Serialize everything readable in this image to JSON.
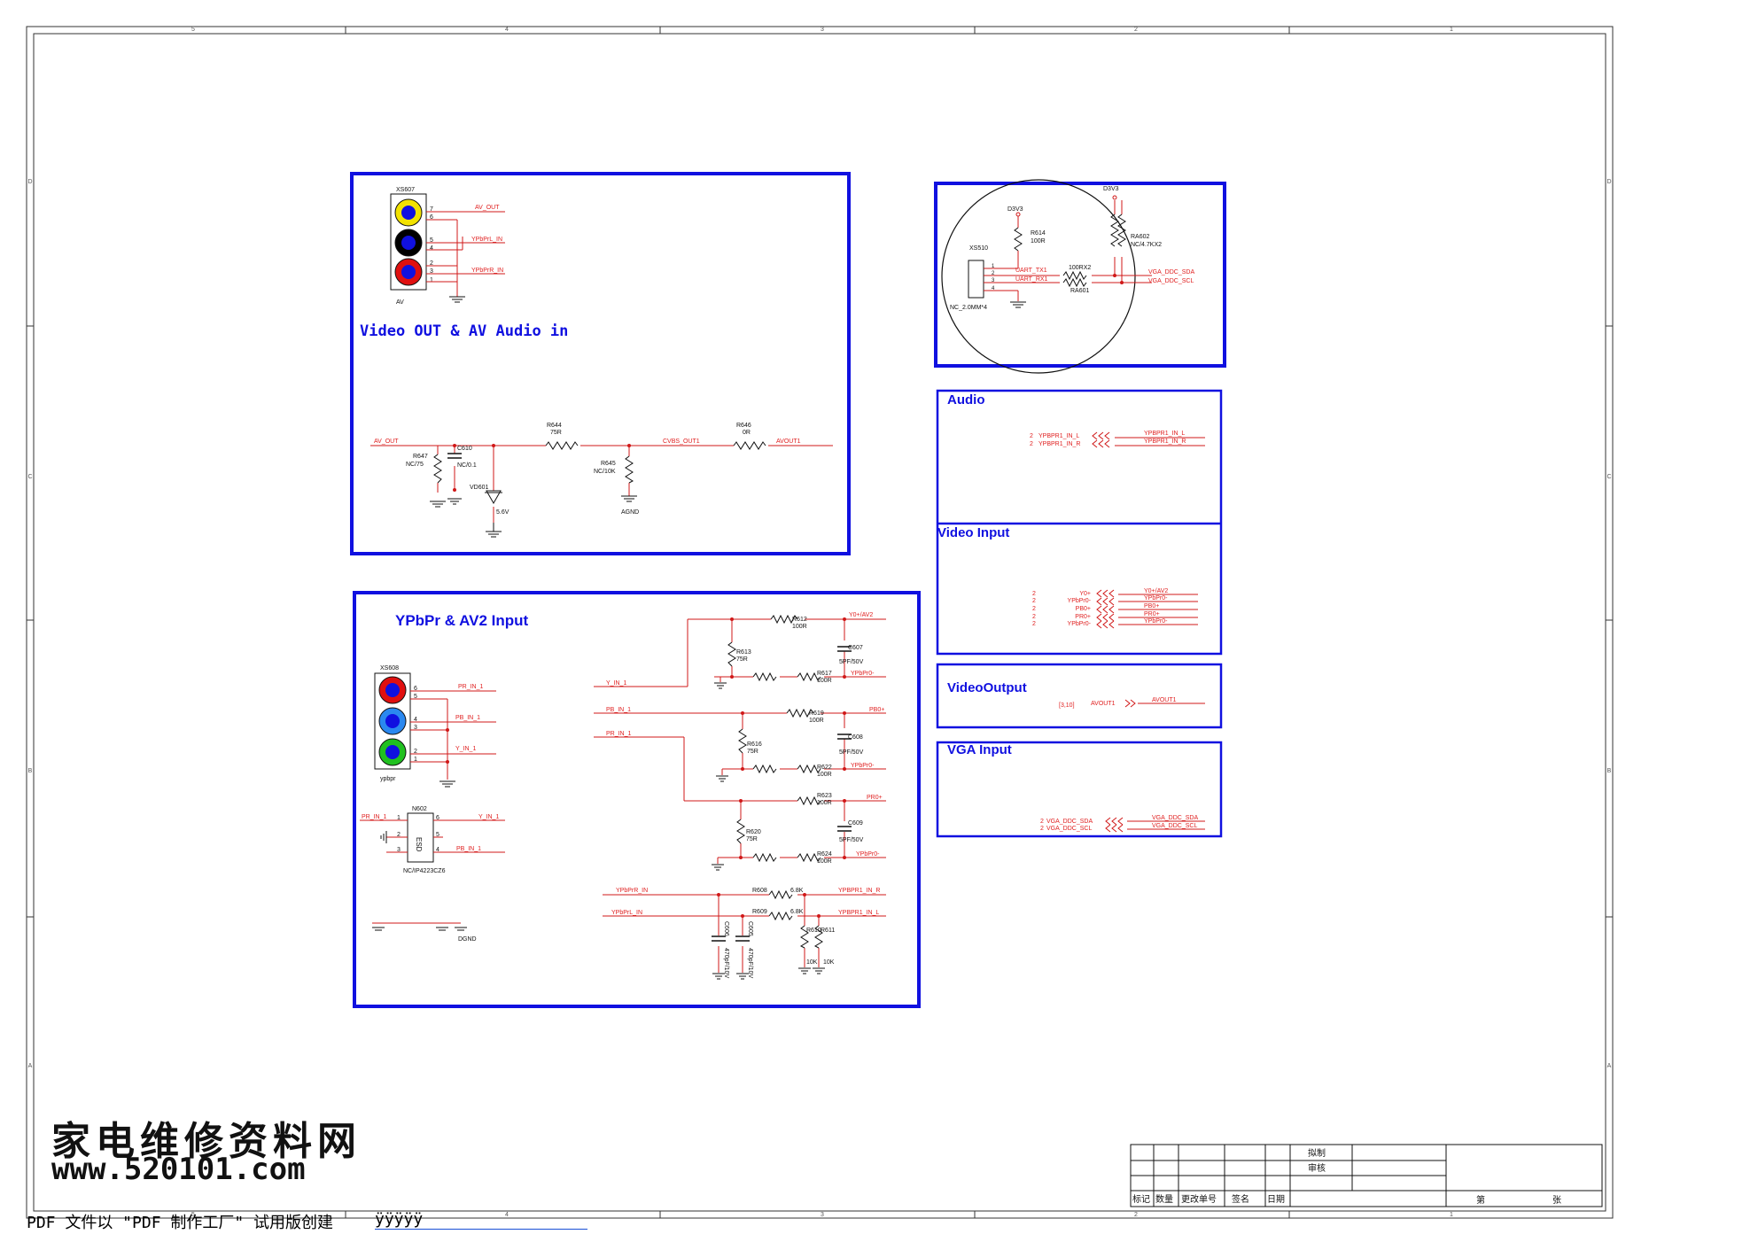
{
  "frame": {
    "cols": [
      "5",
      "4",
      "3",
      "2",
      "1"
    ],
    "rows": [
      "D",
      "C",
      "B",
      "A"
    ]
  },
  "colors": {
    "box": "#1010e0",
    "wire": "#d01818",
    "text_red": "#e02020",
    "title": "#1010e0",
    "black": "#111111"
  },
  "av_block": {
    "title": "Video OUT & AV Audio in",
    "connector_ref": "XS607",
    "connector_name": "AV",
    "pins": [
      "7",
      "6",
      "5",
      "4",
      "2",
      "3",
      "1"
    ],
    "nets": {
      "av_out": "AV_OUT",
      "ypbpr_l": "YPbPrL_IN",
      "ypbpr_r": "YPbPrR_IN",
      "cvbs": "CVBS_OUT1",
      "avout1": "AVOUT1",
      "agnd": "AGND"
    },
    "parts": {
      "r647": "R647",
      "r647_val": "NC/75",
      "c610": "C610",
      "c610_val": "NC/0.1",
      "vd601": "VD601",
      "vd601_val": "5.6V",
      "r644": "R644",
      "r644_val": "75R",
      "r645": "R645",
      "r645_val": "NC/10K",
      "r646": "R646",
      "r646_val": "0R"
    }
  },
  "uart_block": {
    "d3v3": "D3V3",
    "r614": "R614",
    "r614_val": "100R",
    "xs510": "XS510",
    "xs510_val": "NC_2.0MM*4",
    "pins": [
      "1",
      "2",
      "3",
      "4"
    ],
    "uart_tx": "UART_TX1",
    "uart_rx": "UART_RX1",
    "ra601": "RA601",
    "ra601_val": "100RX2",
    "ra602": "RA602",
    "ra602_val": "NC/4.7KX2",
    "sda": "VGA_DDC_SDA",
    "scl": "VGA_DDC_SCL"
  },
  "audio_block": {
    "title": "Audio",
    "left_l": "YPBPR1_IN_L",
    "left_r": "YPBPR1_IN_R",
    "right_l": "YPBPR1_IN_L",
    "right_r": "YPBPR1_IN_R",
    "sheet": "2"
  },
  "video_input_block": {
    "title": "Video Input",
    "sheet": "2",
    "left": [
      "Y0+",
      "YPbPr0-",
      "PB0+",
      "PR0+",
      "YPbPr0-"
    ],
    "right": [
      "Y0+/AV2",
      "YPbPr0-",
      "PB0+",
      "PR0+",
      "YPbPr0-"
    ]
  },
  "video_output_block": {
    "title": "VideoOutput",
    "ref": "[3,10]",
    "net_left": "AVOUT1",
    "net_right": "AVOUT1"
  },
  "vga_block": {
    "title": "VGA Input",
    "left_sda": "VGA_DDC_SDA",
    "left_scl": "VGA_DDC_SCL",
    "right_sda": "VGA_DDC_SDA",
    "right_scl": "VGA_DDC_SCL",
    "sheet": "2"
  },
  "ypbpr_block": {
    "title": "YPbPr & AV2 Input",
    "connector_ref": "XS608",
    "connector_name": "ypbpr",
    "pins": [
      "6",
      "5",
      "4",
      "3",
      "2",
      "1"
    ],
    "nets": {
      "pr": "PR_IN_1",
      "pb": "PB_IN_1",
      "y": "Y_IN_1",
      "dgnd": "DGND"
    },
    "esd_ref": "N602",
    "esd_label": "ESD",
    "esd_val": "NC/IP4223CZ6",
    "esd_pins": [
      "1",
      "2",
      "3",
      "6",
      "5",
      "4"
    ],
    "out_nets": {
      "y0": "Y0+/AV2",
      "ypbpr0a": "YPbPr0-",
      "pb0": "PB0+",
      "ypbpr0b": "YPbPr0-",
      "pr0": "PR0+",
      "ypbpr0c": "YPbPr0-"
    },
    "parts": {
      "r612": "R612",
      "r612_val": "100R",
      "r613": "R613",
      "r613_val": "75R",
      "c607": "C607",
      "c607_val": "5PF/50V",
      "r617": "R617",
      "r617_val": "100R",
      "r619": "R619",
      "r619_val": "100R",
      "r616": "R616",
      "r616_val": "75R",
      "c608": "C608",
      "c608_val": "5PF/50V",
      "r622": "R622",
      "r622_val": "100R",
      "r623": "R623",
      "r623_val": "100R",
      "r620": "R620",
      "r620_val": "75R",
      "c609": "C609",
      "c609_val": "5PF/50V",
      "r624": "R624",
      "r624_val": "100R",
      "r608": "R608",
      "r608_val": "6.8K",
      "r609": "R609",
      "r609_val": "6.8K",
      "c606": "C606",
      "c606_val": "470pF/10V",
      "c605": "C605",
      "c605_val": "470pF/10V",
      "r610": "R610",
      "r610_val": "10K",
      "r611": "R611",
      "r611_val": "10K"
    },
    "audio_nets": {
      "r_in": "YPbPrR_IN",
      "l_in": "YPbPrL_IN",
      "r_out": "YPBPR1_IN_R",
      "l_out": "YPBPR1_IN_L"
    }
  },
  "title_block": {
    "drawn": "拟制",
    "review": "审核",
    "row": [
      "标记",
      "数量",
      "更改单号",
      "签名",
      "日期"
    ],
    "sheet_prefix": "第",
    "sheet_suffix": "张"
  },
  "watermark": {
    "cn": "家电维修资料网",
    "url": "www.520101.com"
  },
  "pdf_note": "PDF 文件以 \"PDF 制作工厂\" 试用版创建",
  "pdf_link": "ÿÿÿÿÿ"
}
